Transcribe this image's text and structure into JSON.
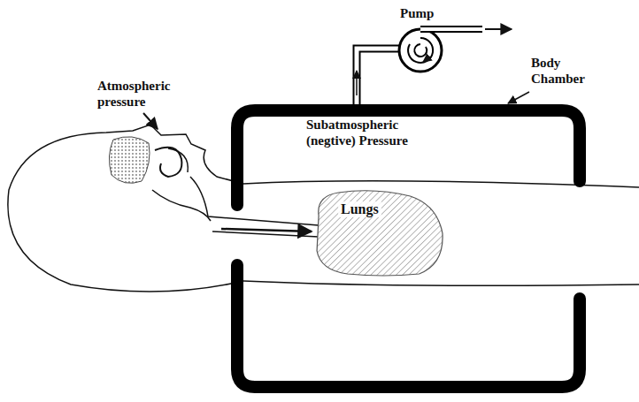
{
  "diagram": {
    "nodes": [
      {
        "text": [
          "Lungs"
        ]
      }
    ],
    "labels": [
      "Pump",
      "Body Chamber",
      "Atmospheric pressure",
      "Subatmospheric (negtive) Pressure"
    ]
  }
}
